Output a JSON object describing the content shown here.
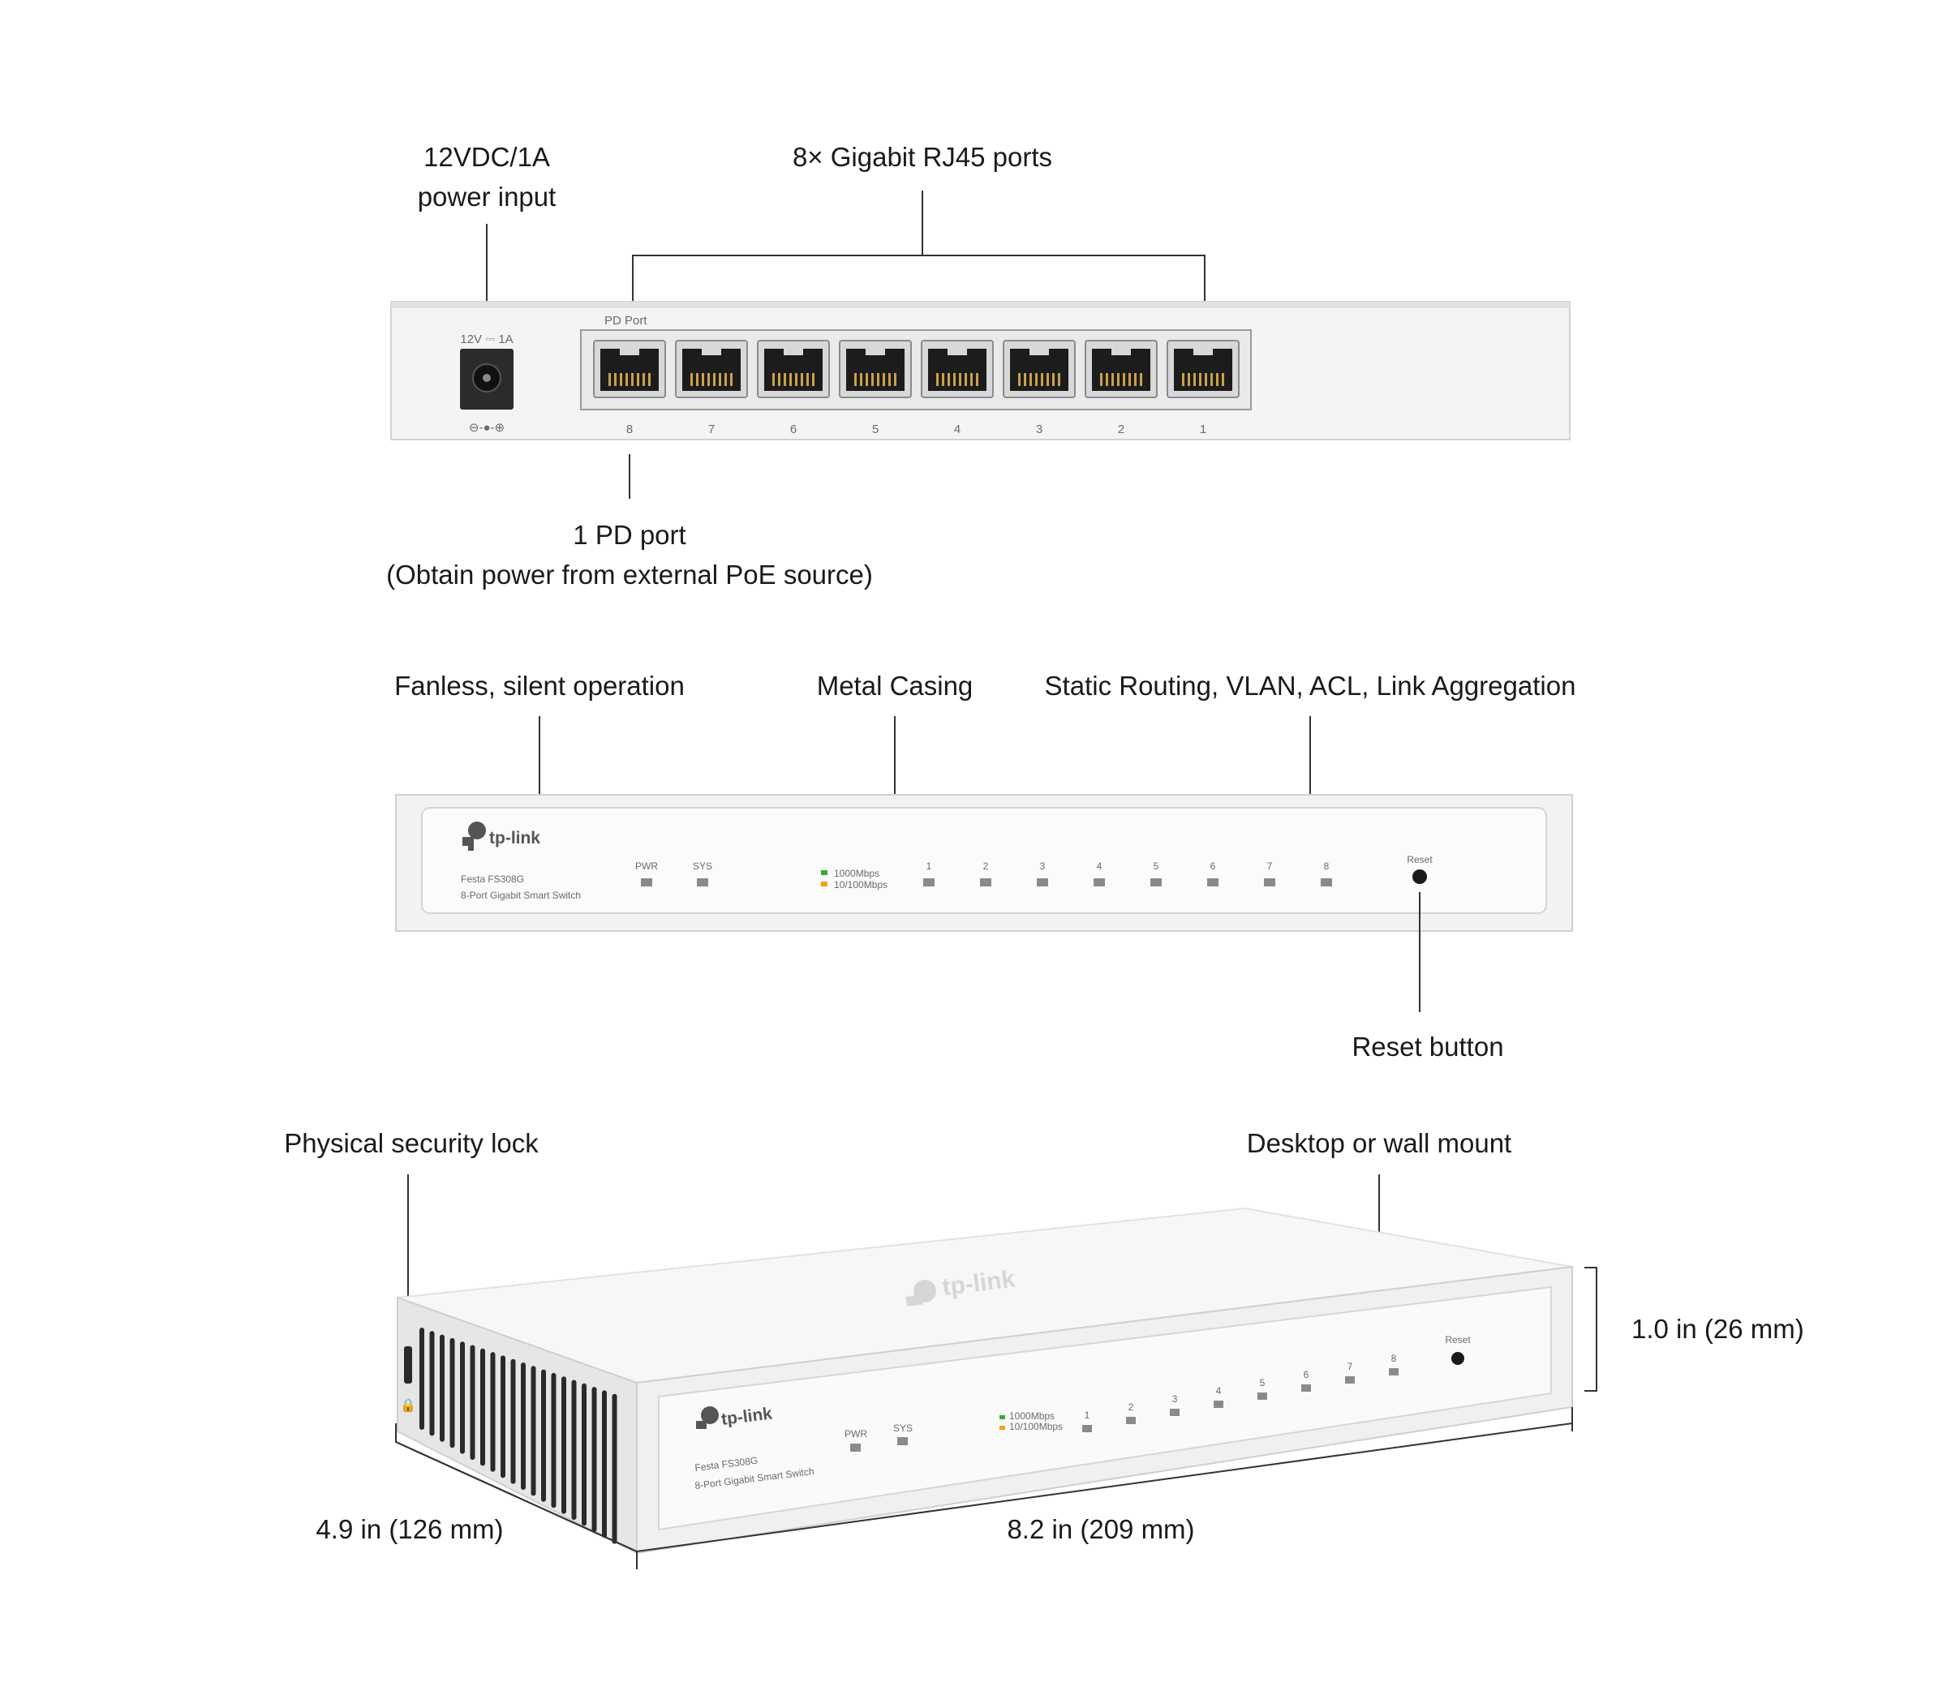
{
  "callouts": {
    "power_line1": "12VDC/1A",
    "power_line2": "power input",
    "ports": "8× Gigabit RJ45 ports",
    "pd_line1": "1 PD port",
    "pd_line2": "(Obtain power from external PoE source)",
    "fanless": "Fanless, silent operation",
    "metal": "Metal Casing",
    "features": "Static Routing, VLAN, ACL, Link Aggregation",
    "reset": "Reset button",
    "lock": "Physical security lock",
    "mount": "Desktop or wall mount",
    "height": "1.0 in (26 mm)",
    "depth": "4.9 in (126 mm)",
    "width": "8.2 in (209 mm)"
  },
  "rear": {
    "power_label": "12V ⎓ 1A",
    "polarity": "⊖-●-⊕",
    "pd_port_label": "PD Port",
    "port_numbers": [
      "8",
      "7",
      "6",
      "5",
      "4",
      "3",
      "2",
      "1"
    ]
  },
  "front": {
    "brand": "tp-link",
    "model": "Festa FS308G",
    "subtitle": "8-Port Gigabit Smart Switch",
    "pwr": "PWR",
    "sys": "SYS",
    "legend_1000": "1000Mbps",
    "legend_100": "10/100Mbps",
    "port_numbers": [
      "1",
      "2",
      "3",
      "4",
      "5",
      "6",
      "7",
      "8"
    ],
    "reset_label": "Reset"
  },
  "colors": {
    "led_1000": "#3aa935",
    "led_100": "#f0a020",
    "chassis": "#f4f4f4",
    "chassis_edge": "#cfcfcf"
  }
}
